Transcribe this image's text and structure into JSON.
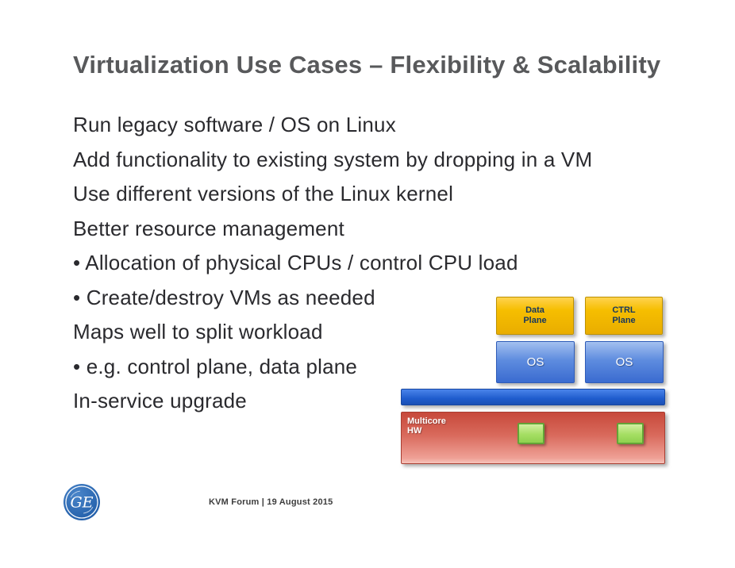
{
  "slide": {
    "title": "Virtualization Use Cases – Flexibility & Scalability",
    "bullets": [
      "Run legacy software / OS on Linux",
      "Add functionality to existing system by dropping in a VM",
      "Use different versions of the Linux kernel",
      "Better resource management",
      "• Allocation of physical CPUs / control CPU load",
      "• Create/destroy VMs as needed",
      "Maps well to split workload",
      "• e.g. control plane, data plane",
      "In-service upgrade"
    ],
    "footer": "KVM Forum | 19 August 2015"
  },
  "logo": {
    "monogram": "GE"
  },
  "diagram": {
    "plane_boxes": [
      {
        "label": "Data\nPlane"
      },
      {
        "label": "CTRL\nPlane"
      }
    ],
    "os_boxes": [
      {
        "label": "OS"
      },
      {
        "label": "OS"
      }
    ],
    "hypervisor_bar": "",
    "hw_label": "Multicore\nHW",
    "colors": {
      "plane_box": "#F6BE00",
      "os_box": "#4E7FD0",
      "hypervisor_bar": "#1F5CCD",
      "hw_box": "#D25B4C",
      "core": "#8FD14F",
      "title_text": "#58595B",
      "body_text": "#2A2A2E",
      "logo_blue": "#2E6BB5"
    }
  }
}
